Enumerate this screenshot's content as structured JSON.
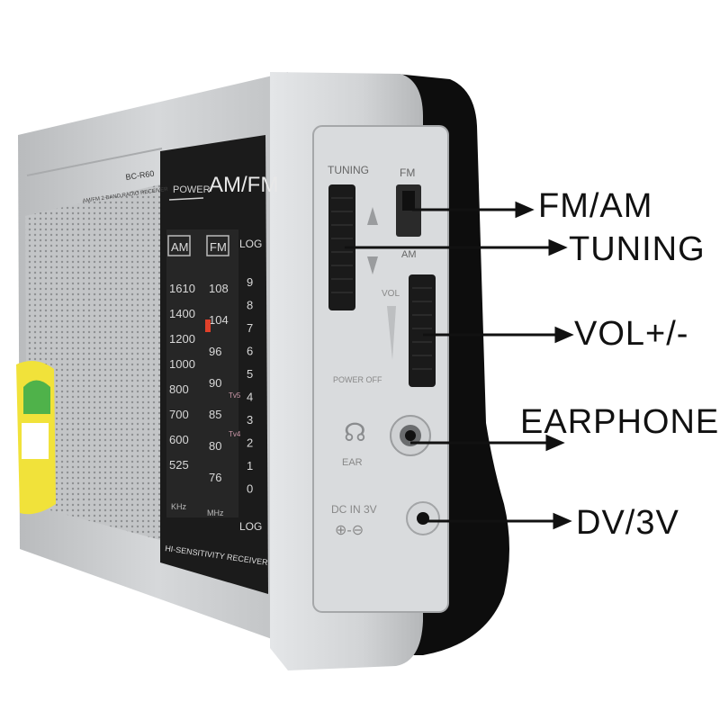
{
  "radio": {
    "model": "BC-R60",
    "subtitle": "AM/FM 2 BAND RADIO RECEIVER",
    "power_label": "POWER",
    "band_title": "AM/FM",
    "am_label": "AM",
    "fm_label": "FM",
    "log_label": "LOG",
    "am_scale": [
      "1610",
      "1400",
      "1200",
      "1000",
      "800",
      "700",
      "600",
      "525"
    ],
    "fm_scale": [
      "108",
      "104",
      "96",
      "90",
      "85",
      "80",
      "76"
    ],
    "log_scale": [
      "9",
      "8",
      "7",
      "6",
      "5",
      "4",
      "3",
      "2",
      "1",
      "0"
    ],
    "tv_marks": [
      "Tv5",
      "Tv4"
    ],
    "khz_label": "KHz",
    "mhz_label": "MHz",
    "receiver_label": "HI-SENSITIVITY RECEIVER",
    "side_panel": {
      "tuning_label": "TUNING",
      "fm_label": "FM",
      "am_label": "AM",
      "vol_label": "VOL",
      "power_off_label": "POWER OFF",
      "ear_label": "EAR",
      "dc_label": "DC IN 3V"
    }
  },
  "callouts": {
    "fm_am": "FM/AM",
    "tuning": "TUNING",
    "volume": "VOL+/-",
    "earphone": "EARPHONE",
    "dc_in": "DV/3V"
  },
  "colors": {
    "body_silver": "#c9cbcd",
    "panel_dark": "#1b1b1b",
    "back_cover": "#0d0d0d",
    "sticker_yellow": "#f1e23a"
  }
}
